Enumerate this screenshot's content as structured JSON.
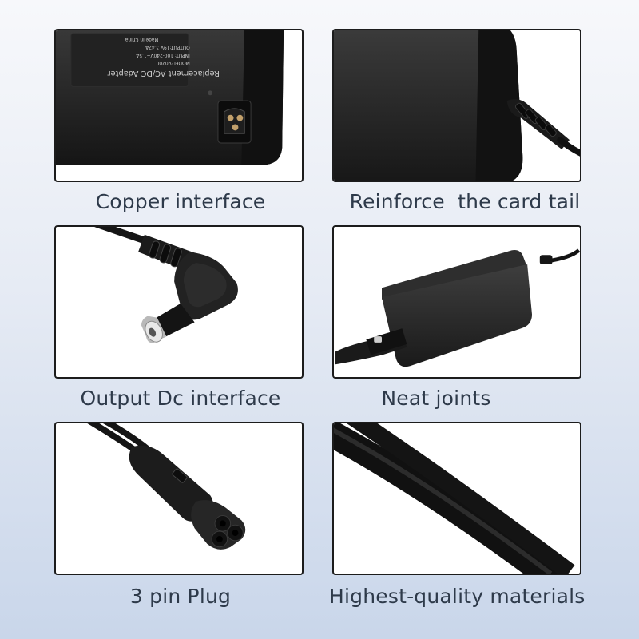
{
  "panels": [
    {
      "caption": "Copper interface",
      "image": "adapter-label-and-socket",
      "label_lines": [
        "Replacement AC/DC Adapter",
        "MODEL:V0200",
        "INPUT: 100-240V~1.5A",
        "OUTPUT:19V 3.42A",
        "Made in China"
      ]
    },
    {
      "caption": "Reinforce  the card tail",
      "image": "adapter-cable-strain-relief"
    },
    {
      "caption": "Output Dc interface",
      "image": "right-angle-dc-plug"
    },
    {
      "caption": "Neat joints",
      "image": "adapter-brick-overview"
    },
    {
      "caption": "3 pin Plug",
      "image": "cloverleaf-3-pin-connector"
    },
    {
      "caption": "Highest-quality materials",
      "image": "cable-closeup"
    }
  ],
  "colors": {
    "frame": "#1c1c1c",
    "caption": "#2e3a4a",
    "product": "#1a1a1a"
  }
}
